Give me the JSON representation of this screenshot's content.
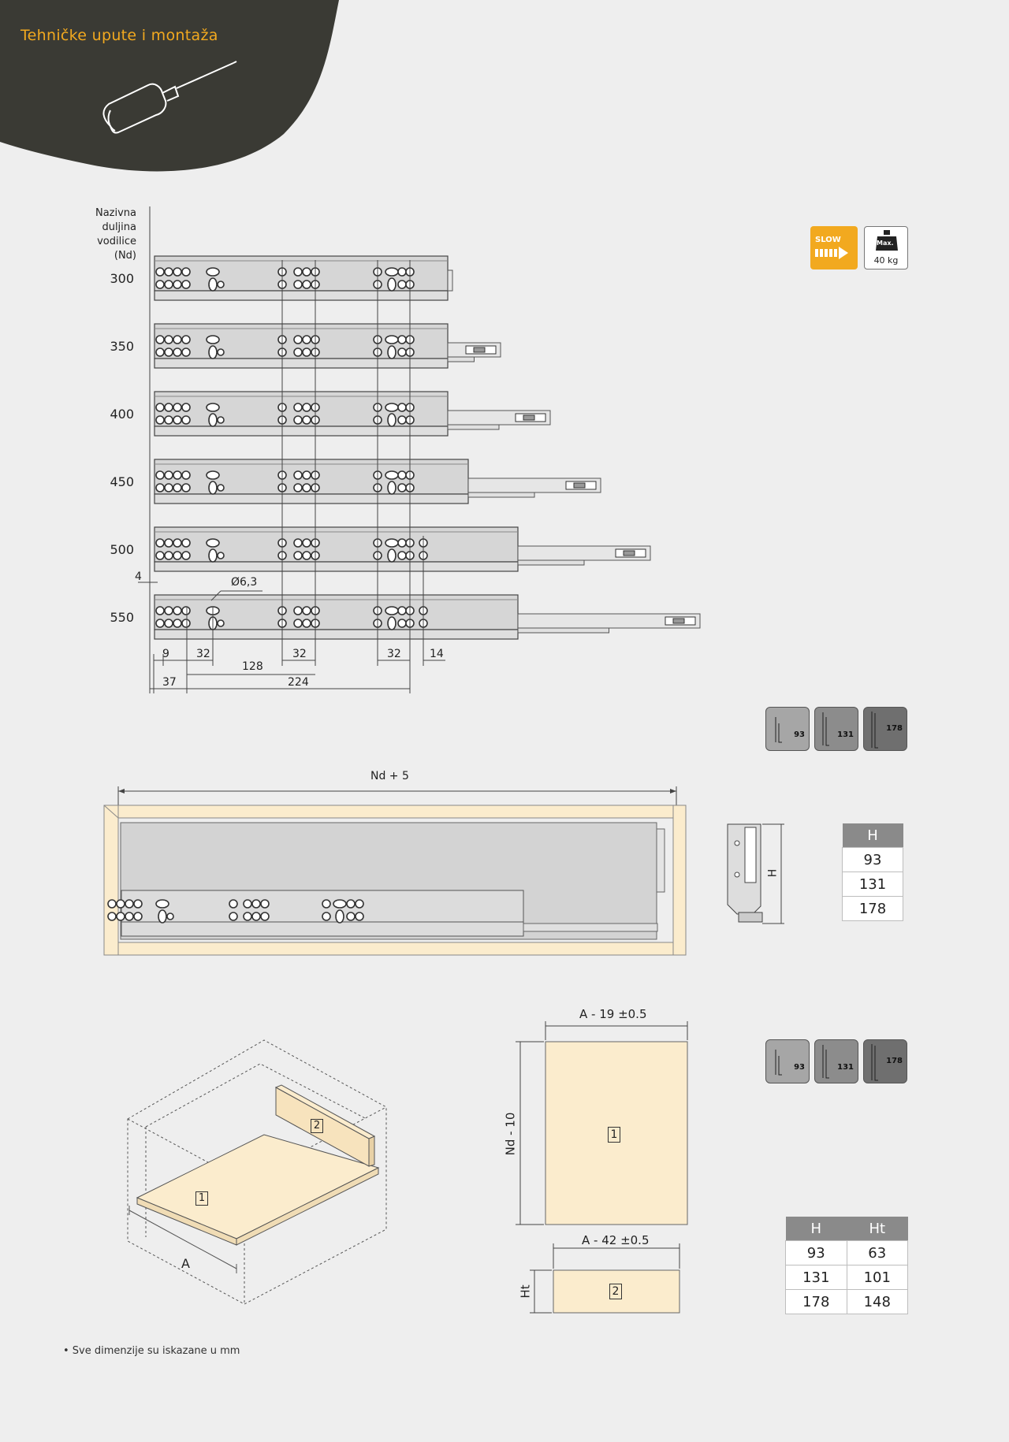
{
  "header": {
    "title": "Tehničke upute i montaža"
  },
  "rail_diagram": {
    "heading": [
      "Nazivna",
      "duljina",
      "vodilice (Nd)"
    ],
    "lengths": [
      "300",
      "350",
      "400",
      "450",
      "500",
      "550"
    ],
    "dims": {
      "offset_4": "4",
      "hole": "Ø6,3",
      "d9": "9",
      "d32a": "32",
      "d32b": "32",
      "d32c": "32",
      "d14": "14",
      "d128": "128",
      "d37": "37",
      "d224": "224"
    }
  },
  "features": {
    "slow_label": "SLOW",
    "max_label": "Max.",
    "load": "40 kg"
  },
  "height_badges": [
    "93",
    "131",
    "178"
  ],
  "cabinet": {
    "width_label": "Nd + 5",
    "height_label": "H"
  },
  "h_table": {
    "header": "H",
    "values": [
      "93",
      "131",
      "178"
    ]
  },
  "panels": {
    "bottom_width": "A - 19  ±0.5",
    "bottom_depth": "Nd - 10",
    "back_width": "A - 42  ±0.5",
    "back_height": "Ht",
    "part1": "1",
    "part2": "2",
    "a_label": "A"
  },
  "ht_table": {
    "headers": [
      "H",
      "Ht"
    ],
    "rows": [
      [
        "93",
        "63"
      ],
      [
        "131",
        "101"
      ],
      [
        "178",
        "148"
      ]
    ]
  },
  "footnote": "• Sve dimenzije su iskazane u mm",
  "colors": {
    "accent": "#f2a91f",
    "dark": "#3a3a34",
    "wood": "#fbeccd",
    "rail": "#d6d6d6"
  }
}
